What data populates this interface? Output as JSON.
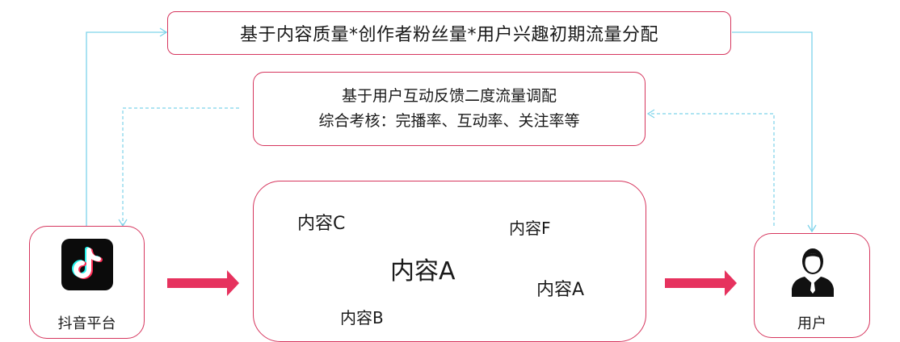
{
  "top_box": {
    "text": "基于内容质量*创作者粉丝量*用户兴趣初期流量分配"
  },
  "mid_box": {
    "line1": "基于用户互动反馈二度流量调配",
    "line2": "综合考核：完播率、互动率、关注率等"
  },
  "center_box": {
    "content_c": "内容C",
    "content_f": "内容F",
    "content_a_main": "内容A",
    "content_a_small": "内容A",
    "content_b": "内容B"
  },
  "platform": {
    "label": "抖音平台",
    "icon": "tiktok-logo-icon"
  },
  "user": {
    "label": "用户",
    "icon": "user-person-icon"
  },
  "colors": {
    "box_border": "#d6365e",
    "thick_arrow": "#e6325e",
    "flow_line": "#7dd3ea",
    "text": "#1a1a1a"
  }
}
